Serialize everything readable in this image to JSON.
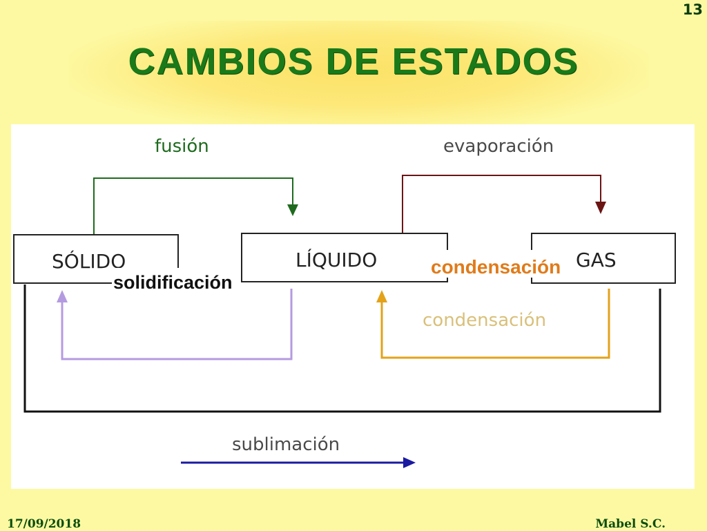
{
  "slide": {
    "number": "13",
    "title": "CAMBIOS DE ESTADOS",
    "date": "17/09/2018",
    "author": "Mabel S.C."
  },
  "diagram": {
    "states": {
      "solid": "SÓLIDO",
      "liquid": "LÍQUIDO",
      "gas": "GAS"
    },
    "processes": {
      "fusion": "fusión",
      "evaporation": "evaporación",
      "condensation": "condensación",
      "sublimation": "sublimación"
    },
    "overlays": {
      "solidification": "solidificación",
      "condensation": "condensación"
    },
    "colors": {
      "fusion": "#1e6b1e",
      "evaporation": "#6b1414",
      "condensation": "#e3a21a",
      "solidification": "#b49be0",
      "sublimation": "#1a1aa0",
      "overlay_condensation": "#e07b1a"
    }
  }
}
